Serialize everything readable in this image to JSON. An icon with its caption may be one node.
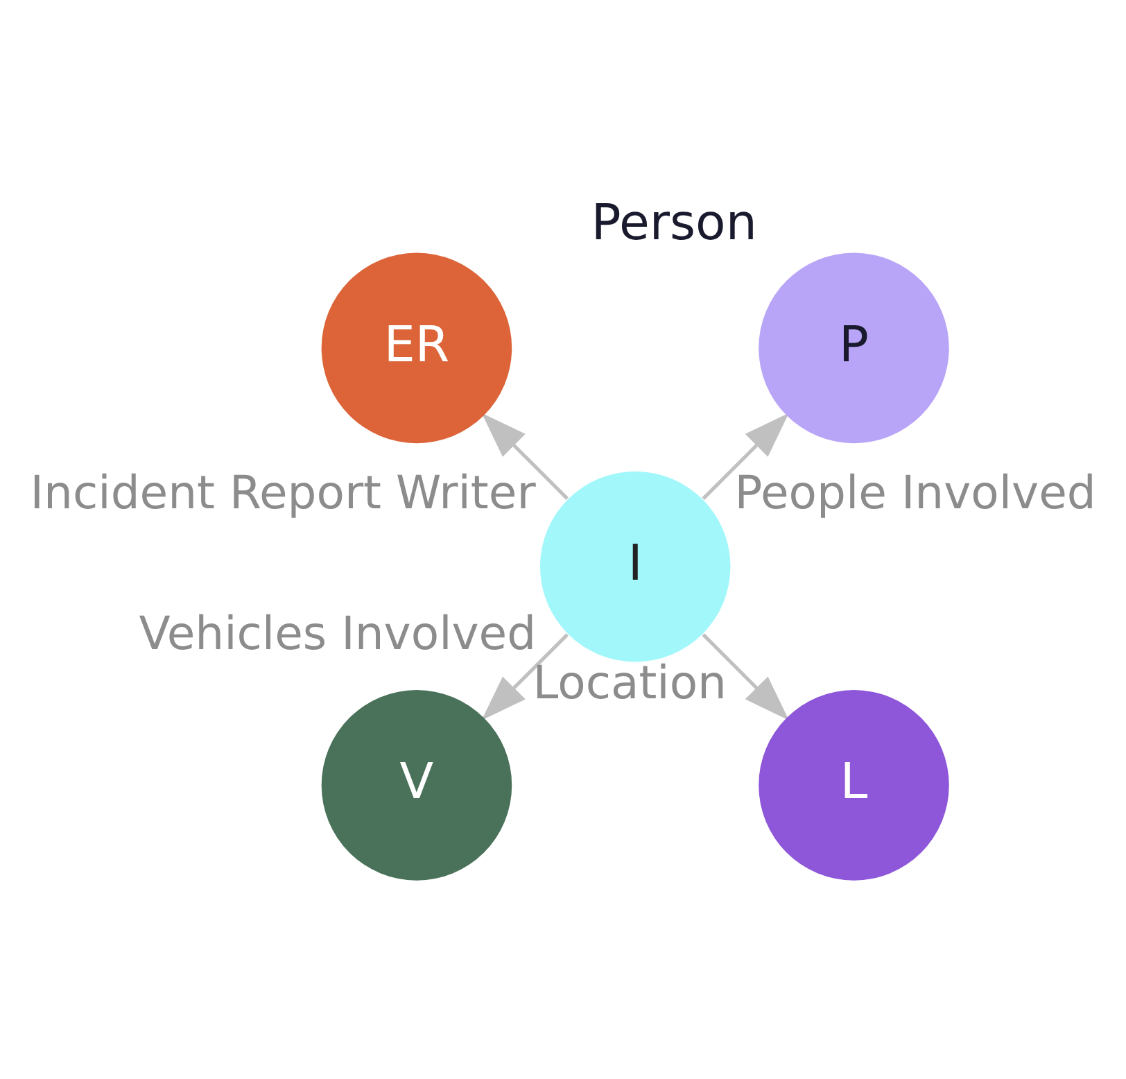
{
  "diagram": {
    "nodes": [
      {
        "text": [
          "P"
        ],
        "beside": [
          "Person"
        ]
      },
      {
        "text": [
          "I"
        ]
      },
      {
        "text": [
          "ER"
        ]
      },
      {
        "text": [
          "V"
        ]
      },
      {
        "text": [
          "L"
        ]
      }
    ],
    "edges": [
      {
        "from": 1,
        "to": 0,
        "arrow": "to",
        "label": "People Involved"
      },
      {
        "from": 1,
        "to": 2,
        "arrow": "to",
        "label": "Incident Report Writer"
      },
      {
        "from": 1,
        "to": 3,
        "arrow": "to",
        "label": "Vehicles Involved"
      },
      {
        "from": 1,
        "to": 4,
        "arrow": "to",
        "label": "Location"
      }
    ]
  }
}
